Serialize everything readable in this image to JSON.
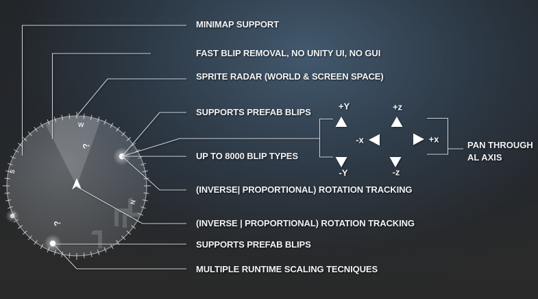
{
  "features": [
    {
      "label": "MINIMAP SUPPORT"
    },
    {
      "label": "FAST BLIP REMOVAL, NO UNITY UI, NO GUI"
    },
    {
      "label": "SPRITE RADAR (WORLD & SCREEN SPACE)"
    },
    {
      "label": "SUPPORTS PREFAB BLIPS"
    },
    {
      "label": "UP TO 8000 BLIP TYPES"
    },
    {
      "label": "(INVERSE| PROPORTIONAL) ROTATION TRACKING"
    },
    {
      "label": "(INVERSE | PROPORTIONAL) ROTATION TRACKING"
    },
    {
      "label": "SUPPORTS PREFAB BLIPS"
    },
    {
      "label": "MULTIPLE RUNTIME SCALING TECNIQUES"
    }
  ],
  "axis_pad": {
    "up_y": "+Y",
    "down_y": "-Y",
    "up_z": "+z",
    "down_z": "-z",
    "left_x": "-x",
    "right_x": "+x",
    "caption_line1": "PAN THROUGH",
    "caption_line2": "AL AXIS"
  },
  "radar": {
    "compass_west": "W",
    "compass_south": "S",
    "compass_north": "N",
    "marker": "?"
  },
  "colors": {
    "background_highlight": "#3a5068",
    "background_dark": "#272829",
    "callout_line": "#d6dbdf",
    "text": "#f3f4f5",
    "arrow_fill": "#ffffff"
  }
}
